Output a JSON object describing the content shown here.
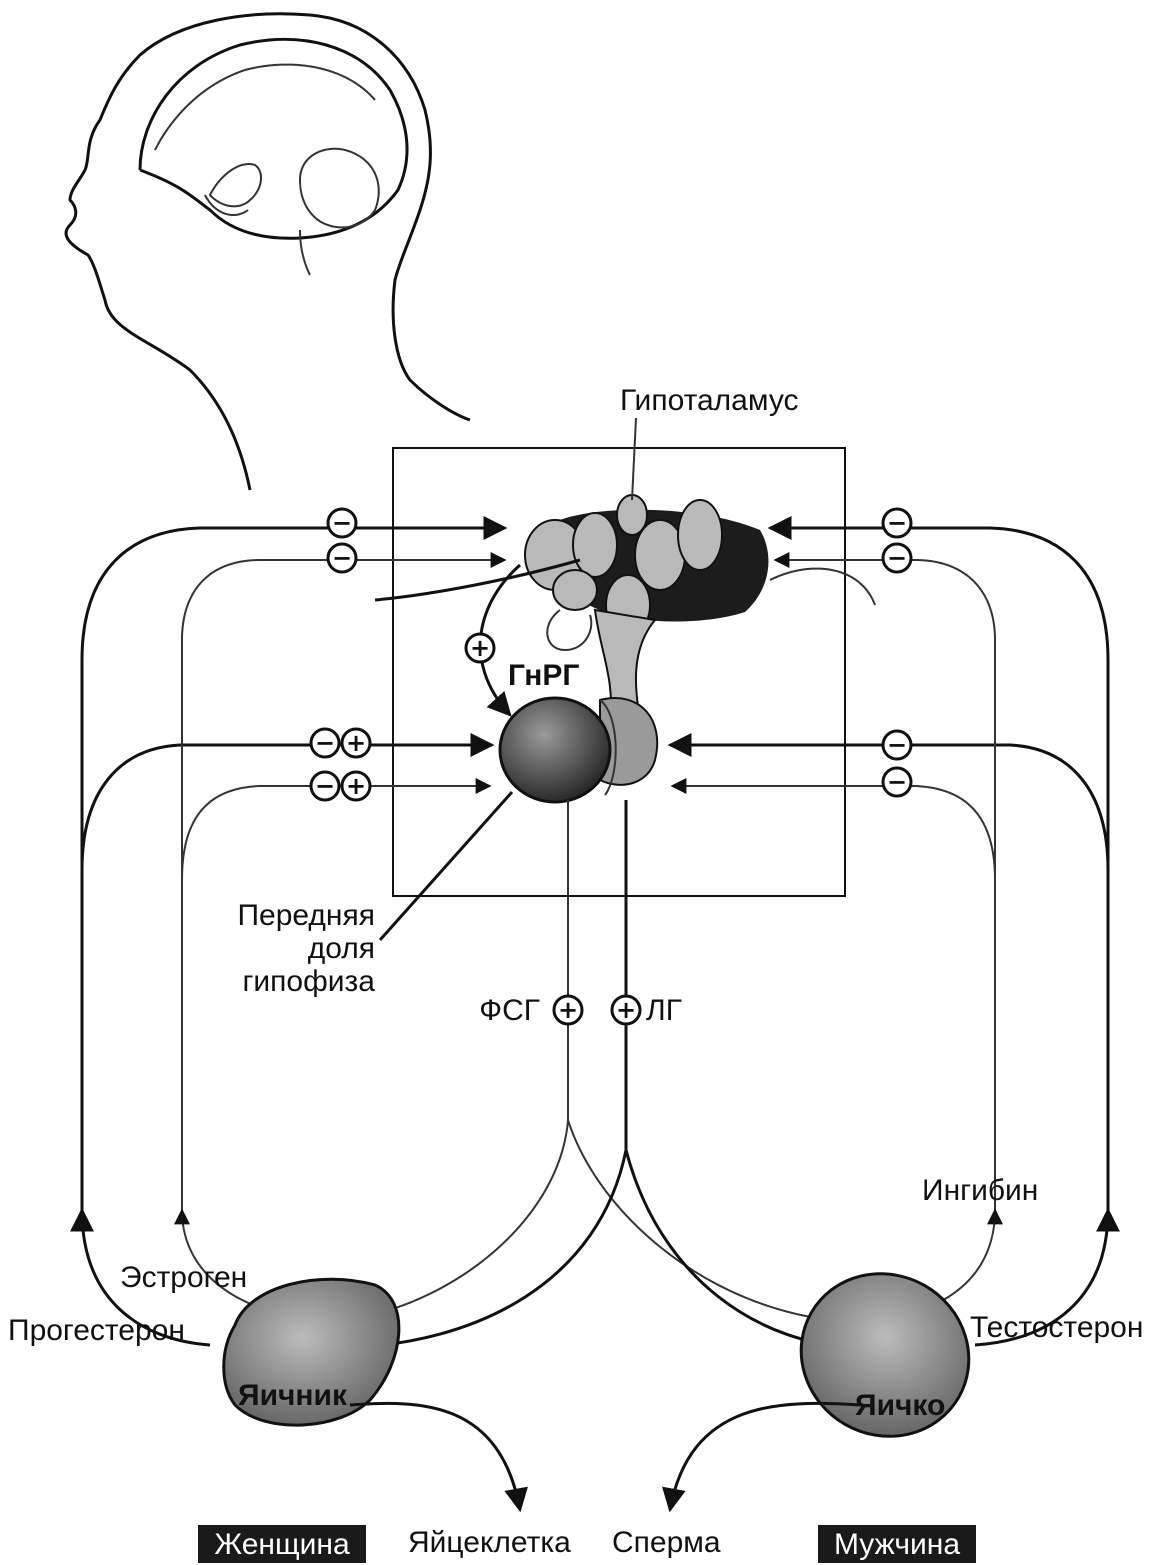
{
  "labels": {
    "hypothalamus": "Гипоталамус",
    "gnrh": "ГнРГ",
    "pituitary_line1": "Передняя",
    "pituitary_line2": "доля",
    "pituitary_line3": "гипофиза",
    "fsh": "ФСГ",
    "lh": "ЛГ",
    "estrogen": "Эстроген",
    "progesterone": "Прогестерон",
    "inhibin": "Ингибин",
    "testosterone": "Тестостерон",
    "ovary": "Яичник",
    "testis": "Яичко",
    "egg": "Яйцеклетка",
    "sperm": "Сперма",
    "female": "Женщина",
    "male": "Мужчина"
  },
  "signs": {
    "minus": "−",
    "plus": "+"
  },
  "colors": {
    "ink": "#111111",
    "gland_light": "#b9b9b9",
    "gland_dark": "#1c1c1c",
    "badge_bg": "#1a1a1a"
  }
}
